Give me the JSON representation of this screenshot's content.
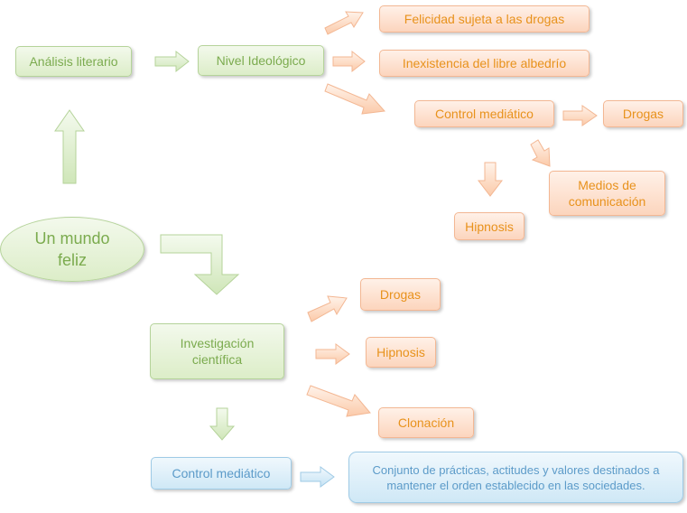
{
  "diagram": {
    "root": "Un mundo feliz",
    "branch_literary": {
      "analysis": "Análisis literario",
      "level": "Nivel Ideológico",
      "items": [
        "Felicidad sujeta a las drogas",
        "Inexistencia del libre albedrío",
        "Control mediático"
      ],
      "control_children": [
        "Drogas",
        "Medios de comunicación",
        "Hipnosis"
      ]
    },
    "branch_science": {
      "title": "Investigación científica",
      "items": [
        "Drogas",
        "Hipnosis",
        "Clonación"
      ],
      "control": "Control mediático",
      "definition": "Conjunto de prácticas, actitudes y valores destinados a mantener el orden establecido en las sociedades."
    },
    "colors": {
      "green": "#dcedc8",
      "green_text": "#7bab4e",
      "orange": "#fcd5bd",
      "orange_text": "#e8921c",
      "blue": "#cfe8f6",
      "blue_text": "#5c9bc9"
    }
  }
}
